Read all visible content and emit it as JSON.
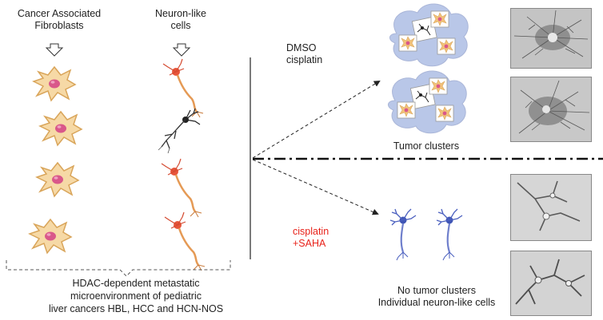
{
  "columns": {
    "caf_line1": "Cancer Associated",
    "caf_line2": "Fibroblasts",
    "neuron_line1": "Neuron-like",
    "neuron_line2": "cells"
  },
  "bracket_caption": {
    "line1": "HDAC-dependent  metastatic",
    "line2": "microenvironment  of pediatric",
    "line3": "liver cancers HBL, HCC and HCN-NOS"
  },
  "upper_branch": {
    "treatment_line1": "DMSO",
    "treatment_line2": "cisplatin",
    "outcome": "Tumor clusters"
  },
  "lower_branch": {
    "treatment_line1": "cisplatin",
    "treatment_line2": "+SAHA",
    "outcome_line1": "No tumor clusters",
    "outcome_line2": "Individual neuron-like cells",
    "treatment_color": "#e8221a"
  },
  "colors": {
    "fibroblast_fill": "#f6d9a6",
    "fibroblast_stroke": "#d9a55a",
    "nucleus": "#d9578a",
    "cluster_cloud": "#b9c7e8",
    "neuron_blue": "#4a5fbf",
    "neuron_orange": "#e59a55"
  },
  "icons": [
    "down-arrow-icon",
    "fibroblast-icon",
    "neuron-icon",
    "tumor-cluster-icon",
    "blue-neuron-icon",
    "microscopy-image"
  ]
}
